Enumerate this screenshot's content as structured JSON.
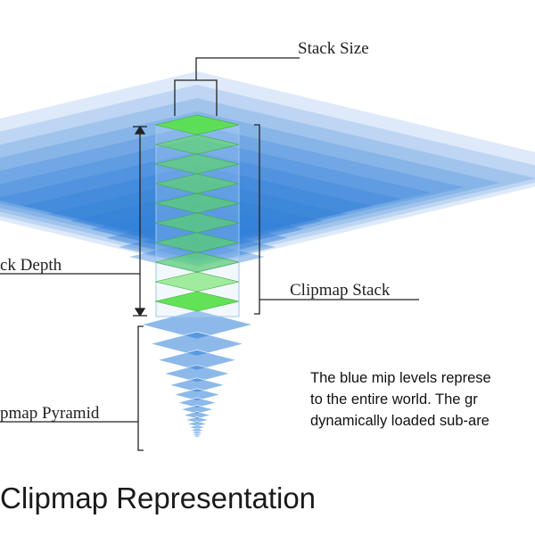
{
  "diagram": {
    "labels": {
      "stack_size": "Stack Size",
      "stack_depth": "ck Depth",
      "clipmap_stack": "Clipmap Stack",
      "clipmap_pyramid": "pmap Pyramid"
    },
    "description_lines": [
      "The blue mip levels represe",
      "to the entire world.  The gr",
      "dynamically loaded sub-are"
    ],
    "title": "Clipmap Representation",
    "colors": {
      "mip_level_blue": "#2f7fd8",
      "clip_level_green": "#5be04f",
      "line": "#222222"
    }
  }
}
